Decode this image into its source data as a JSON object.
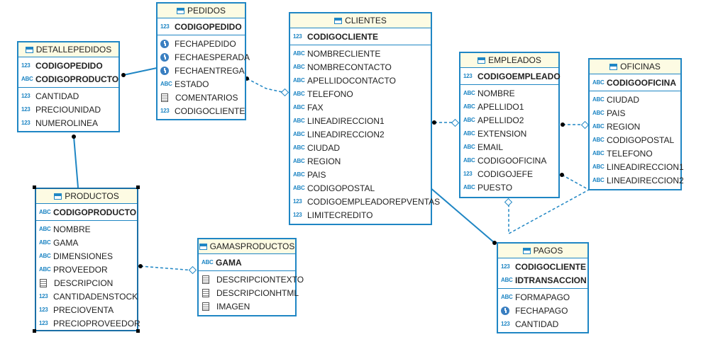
{
  "icons": {
    "number": "123",
    "text": "ABC",
    "date": "clock-icon",
    "longtext": "document-icon",
    "table": "table-icon"
  },
  "colors": {
    "border": "#1f86c4",
    "header_bg": "#fdfbe3",
    "link": "#1f86c4"
  },
  "entities": {
    "pedidos": {
      "title": "PEDIDOS",
      "keys": [
        {
          "type": "123",
          "name": "CODIGOPEDIDO"
        }
      ],
      "columns": [
        {
          "type": "date",
          "name": "FECHAPEDIDO"
        },
        {
          "type": "date",
          "name": "FECHAESPERADA"
        },
        {
          "type": "date",
          "name": "FECHAENTREGA"
        },
        {
          "type": "ABC",
          "name": "ESTADO"
        },
        {
          "type": "doc",
          "name": "COMENTARIOS"
        },
        {
          "type": "123",
          "name": "CODIGOCLIENTE"
        }
      ]
    },
    "detallepedidos": {
      "title": "DETALLEPEDIDOS",
      "keys": [
        {
          "type": "123",
          "name": "CODIGOPEDIDO"
        },
        {
          "type": "ABC",
          "name": "CODIGOPRODUCTO"
        }
      ],
      "columns": [
        {
          "type": "123",
          "name": "CANTIDAD"
        },
        {
          "type": "123",
          "name": "PRECIOUNIDAD"
        },
        {
          "type": "123",
          "name": "NUMEROLINEA"
        }
      ]
    },
    "clientes": {
      "title": "CLIENTES",
      "keys": [
        {
          "type": "123",
          "name": "CODIGOCLIENTE"
        }
      ],
      "columns": [
        {
          "type": "ABC",
          "name": "NOMBRECLIENTE"
        },
        {
          "type": "ABC",
          "name": "NOMBRECONTACTO"
        },
        {
          "type": "ABC",
          "name": "APELLIDOCONTACTO"
        },
        {
          "type": "ABC",
          "name": "TELEFONO"
        },
        {
          "type": "ABC",
          "name": "FAX"
        },
        {
          "type": "ABC",
          "name": "LINEADIRECCION1"
        },
        {
          "type": "ABC",
          "name": "LINEADIRECCION2"
        },
        {
          "type": "ABC",
          "name": "CIUDAD"
        },
        {
          "type": "ABC",
          "name": "REGION"
        },
        {
          "type": "ABC",
          "name": "PAIS"
        },
        {
          "type": "ABC",
          "name": "CODIGOPOSTAL"
        },
        {
          "type": "123",
          "name": "CODIGOEMPLEADOREPVENTAS"
        },
        {
          "type": "123",
          "name": "LIMITECREDITO"
        }
      ]
    },
    "empleados": {
      "title": "EMPLEADOS",
      "keys": [
        {
          "type": "123",
          "name": "CODIGOEMPLEADO"
        }
      ],
      "columns": [
        {
          "type": "ABC",
          "name": "NOMBRE"
        },
        {
          "type": "ABC",
          "name": "APELLIDO1"
        },
        {
          "type": "ABC",
          "name": "APELLIDO2"
        },
        {
          "type": "ABC",
          "name": "EXTENSION"
        },
        {
          "type": "ABC",
          "name": "EMAIL"
        },
        {
          "type": "ABC",
          "name": "CODIGOOFICINA"
        },
        {
          "type": "123",
          "name": "CODIGOJEFE"
        },
        {
          "type": "ABC",
          "name": "PUESTO"
        }
      ]
    },
    "oficinas": {
      "title": "OFICINAS",
      "keys": [
        {
          "type": "ABC",
          "name": "CODIGOOFICINA"
        }
      ],
      "columns": [
        {
          "type": "ABC",
          "name": "CIUDAD"
        },
        {
          "type": "ABC",
          "name": "PAIS"
        },
        {
          "type": "ABC",
          "name": "REGION"
        },
        {
          "type": "ABC",
          "name": "CODIGOPOSTAL"
        },
        {
          "type": "ABC",
          "name": "TELEFONO"
        },
        {
          "type": "ABC",
          "name": "LINEADIRECCION1"
        },
        {
          "type": "ABC",
          "name": "LINEADIRECCION2"
        }
      ]
    },
    "productos": {
      "title": "PRODUCTOS",
      "keys": [
        {
          "type": "ABC",
          "name": "CODIGOPRODUCTO"
        }
      ],
      "columns": [
        {
          "type": "ABC",
          "name": "NOMBRE"
        },
        {
          "type": "ABC",
          "name": "GAMA"
        },
        {
          "type": "ABC",
          "name": "DIMENSIONES"
        },
        {
          "type": "ABC",
          "name": "PROVEEDOR"
        },
        {
          "type": "doc",
          "name": "DESCRIPCION"
        },
        {
          "type": "123",
          "name": "CANTIDADENSTOCK"
        },
        {
          "type": "123",
          "name": "PRECIOVENTA"
        },
        {
          "type": "123",
          "name": "PRECIOPROVEEDOR"
        }
      ]
    },
    "gamasproductos": {
      "title": "GAMASPRODUCTOS",
      "keys": [
        {
          "type": "ABC",
          "name": "GAMA"
        }
      ],
      "columns": [
        {
          "type": "doc",
          "name": "DESCRIPCIONTEXTO"
        },
        {
          "type": "doc",
          "name": "DESCRIPCIONHTML"
        },
        {
          "type": "doc",
          "name": "IMAGEN"
        }
      ]
    },
    "pagos": {
      "title": "PAGOS",
      "keys": [
        {
          "type": "123",
          "name": "CODIGOCLIENTE"
        },
        {
          "type": "ABC",
          "name": "IDTRANSACCION"
        }
      ],
      "columns": [
        {
          "type": "ABC",
          "name": "FORMAPAGO"
        },
        {
          "type": "date",
          "name": "FECHAPAGO"
        },
        {
          "type": "123",
          "name": "CANTIDAD"
        }
      ]
    }
  }
}
